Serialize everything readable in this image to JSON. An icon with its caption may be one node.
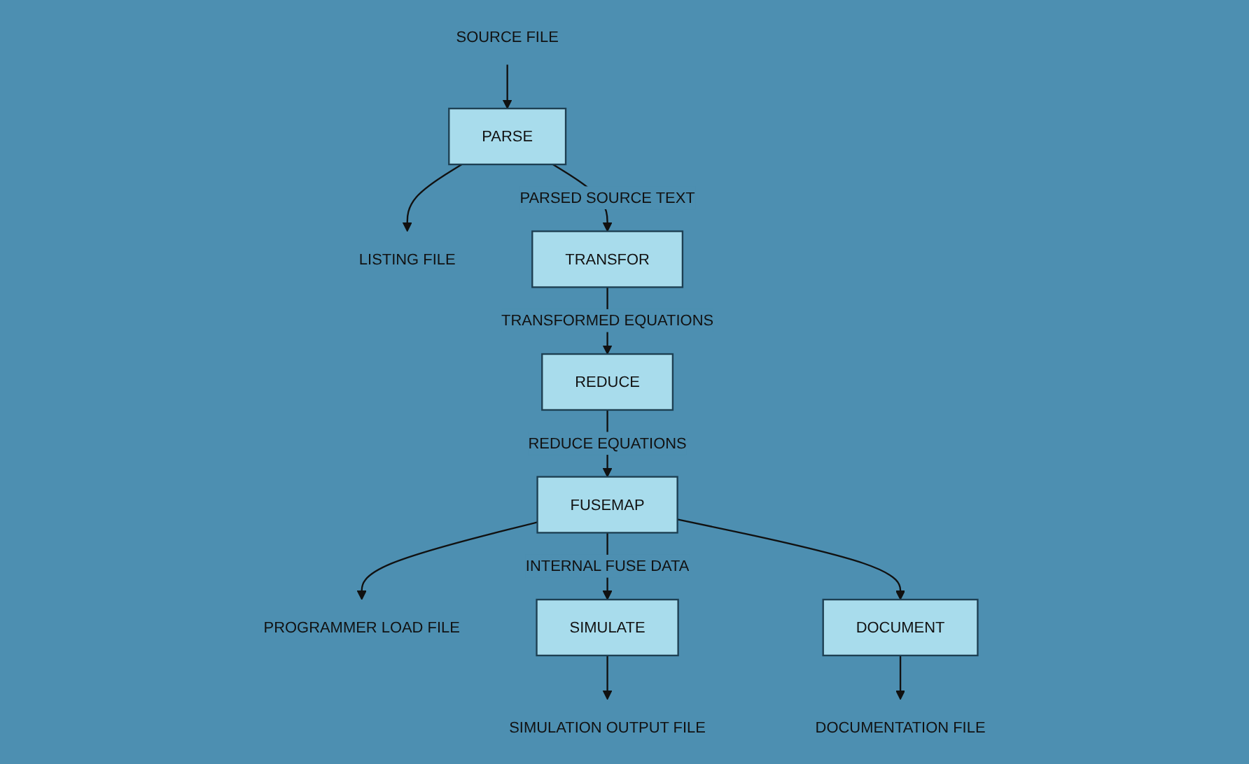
{
  "diagram": {
    "nodes": [
      {
        "text": [
          "SOURCE FILE"
        ]
      },
      {
        "text": [
          "PARSE"
        ]
      },
      {
        "text": [
          "LISTING FILE"
        ]
      },
      {
        "text": [
          "TRANSFOR"
        ]
      },
      {
        "text": [
          "REDUCE"
        ]
      },
      {
        "text": [
          "FUSEMAP"
        ]
      },
      {
        "text": [
          "PROGRAMMER LOAD FILE"
        ]
      },
      {
        "text": [
          "SIMULATE"
        ]
      },
      {
        "text": [
          "DOCUMENT"
        ]
      },
      {
        "text": [
          "SIMULATION OUTPUT FILE"
        ]
      },
      {
        "text": [
          "DOCUMENTATION FILE"
        ]
      }
    ],
    "edges": [
      {
        "from": 0,
        "to": 1,
        "arrow": "to"
      },
      {
        "from": 1,
        "to": 2,
        "arrow": "to"
      },
      {
        "from": 1,
        "to": 3,
        "arrow": "to",
        "label": "PARSED SOURCE TEXT"
      },
      {
        "from": 3,
        "to": 4,
        "arrow": "to",
        "label": "TRANSFORMED EQUATIONS"
      },
      {
        "from": 4,
        "to": 5,
        "arrow": "to",
        "label": "REDUCE EQUATIONS"
      },
      {
        "from": 5,
        "to": 6,
        "arrow": "to"
      },
      {
        "from": 5,
        "to": 7,
        "arrow": "to",
        "label": "INTERNAL FUSE DATA"
      },
      {
        "from": 5,
        "to": 8,
        "arrow": "to"
      },
      {
        "from": 7,
        "to": 9,
        "arrow": "to"
      },
      {
        "from": 8,
        "to": 10,
        "arrow": "to"
      }
    ]
  }
}
